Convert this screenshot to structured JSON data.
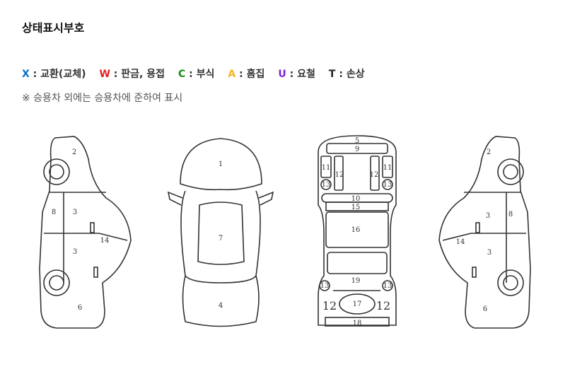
{
  "title": "상태표시부호",
  "legend": [
    {
      "code": "X",
      "sep": " : ",
      "label": "교환(교체)",
      "color": "#0a6fc2"
    },
    {
      "code": "W",
      "sep": " : ",
      "label": "판금, 용접",
      "color": "#e02020"
    },
    {
      "code": "C",
      "sep": " : ",
      "label": "부식",
      "color": "#138a13"
    },
    {
      "code": "A",
      "sep": " : ",
      "label": "흠집",
      "color": "#f5b423"
    },
    {
      "code": "U",
      "sep": " : ",
      "label": "요철",
      "color": "#7a1fd6"
    },
    {
      "code": "T",
      "sep": " : ",
      "label": "손상",
      "color": "#222222"
    }
  ],
  "note": "※ 승용차 외에는 승용차에 준하여 표시",
  "diagrams": {
    "left_side": [
      "2",
      "8",
      "3",
      "3",
      "14",
      "6"
    ],
    "top": [
      "1",
      "7",
      "4"
    ],
    "under": [
      "5",
      "9",
      "11",
      "12",
      "12",
      "11",
      "13",
      "13",
      "10",
      "15",
      "16",
      "19",
      "13",
      "13",
      "12",
      "17",
      "12",
      "18"
    ],
    "right_side": [
      "2",
      "8",
      "3",
      "3",
      "14",
      "6"
    ]
  }
}
